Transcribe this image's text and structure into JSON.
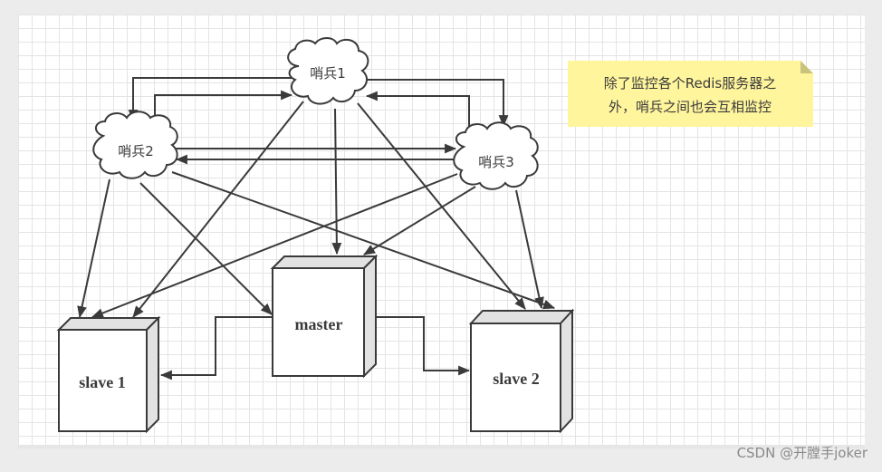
{
  "diagram": {
    "sentinels": [
      {
        "id": "s1",
        "label": "哨兵1"
      },
      {
        "id": "s2",
        "label": "哨兵2"
      },
      {
        "id": "s3",
        "label": "哨兵3"
      }
    ],
    "servers": [
      {
        "id": "master",
        "label": "master"
      },
      {
        "id": "slave1",
        "label": "slave 1"
      },
      {
        "id": "slave2",
        "label": "slave 2"
      }
    ],
    "note": {
      "lines": [
        "除了监控各个Redis服务器之",
        "外，哨兵之间也会互相监控"
      ]
    },
    "edges": [
      {
        "from": "s1",
        "to": "s2",
        "kind": "sentinel-to-sentinel"
      },
      {
        "from": "s2",
        "to": "s1",
        "kind": "sentinel-to-sentinel"
      },
      {
        "from": "s1",
        "to": "s3",
        "kind": "sentinel-to-sentinel"
      },
      {
        "from": "s3",
        "to": "s1",
        "kind": "sentinel-to-sentinel"
      },
      {
        "from": "s2",
        "to": "s3",
        "kind": "sentinel-to-sentinel"
      },
      {
        "from": "s3",
        "to": "s2",
        "kind": "sentinel-to-sentinel"
      },
      {
        "from": "s1",
        "to": "master",
        "kind": "monitor"
      },
      {
        "from": "s1",
        "to": "slave1",
        "kind": "monitor"
      },
      {
        "from": "s1",
        "to": "slave2",
        "kind": "monitor"
      },
      {
        "from": "s2",
        "to": "master",
        "kind": "monitor"
      },
      {
        "from": "s2",
        "to": "slave1",
        "kind": "monitor"
      },
      {
        "from": "s2",
        "to": "slave2",
        "kind": "monitor"
      },
      {
        "from": "s3",
        "to": "master",
        "kind": "monitor"
      },
      {
        "from": "s3",
        "to": "slave1",
        "kind": "monitor"
      },
      {
        "from": "s3",
        "to": "slave2",
        "kind": "monitor"
      },
      {
        "from": "master",
        "to": "slave1",
        "kind": "replication"
      },
      {
        "from": "master",
        "to": "slave2",
        "kind": "replication"
      }
    ]
  },
  "watermark": "CSDN @开膛手joker",
  "colors": {
    "stroke": "#3a3a3a",
    "note_fill": "#fff59d",
    "note_fold": "#c9c27a",
    "box_side": "#e2e2e2"
  }
}
